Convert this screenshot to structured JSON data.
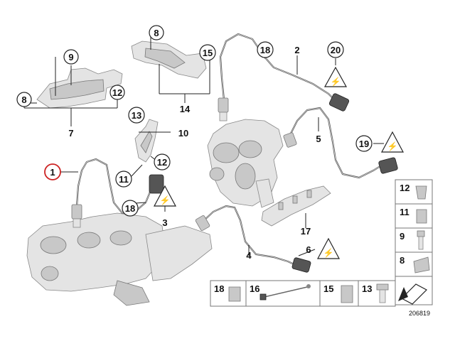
{
  "diagram": {
    "callouts": {
      "c1": "1",
      "c2": "2",
      "c3": "3",
      "c4": "4",
      "c5": "5",
      "c6": "6",
      "c7": "7",
      "c8a": "8",
      "c8b": "8",
      "c9": "9",
      "c10": "10",
      "c11": "11",
      "c12a": "12",
      "c12b": "12",
      "c13": "13",
      "c14": "14",
      "c15": "15",
      "c17": "17",
      "c18a": "18",
      "c18b": "18",
      "c19": "19",
      "c20": "20"
    },
    "legend": {
      "l12": "12",
      "l11": "11",
      "l9": "9",
      "l8": "8",
      "l18": "18",
      "l16": "16",
      "l15": "15",
      "l13": "13"
    },
    "diagram_number": "206819",
    "accent_color": "#cc2222"
  }
}
